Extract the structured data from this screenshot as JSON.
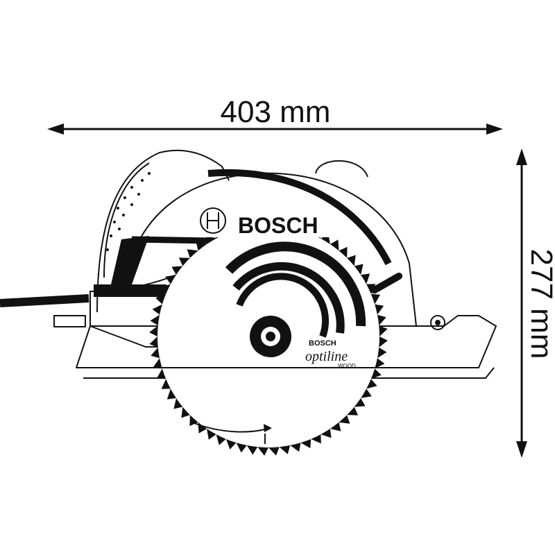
{
  "dimensions": {
    "width_label": "403 mm",
    "height_label": "277 mm"
  },
  "product": {
    "brand": "BOSCH",
    "blade_brand": "BOSCH",
    "blade_line": "optiline",
    "blade_material": "WOOD"
  },
  "colors": {
    "line": "#111111",
    "background": "#ffffff"
  }
}
